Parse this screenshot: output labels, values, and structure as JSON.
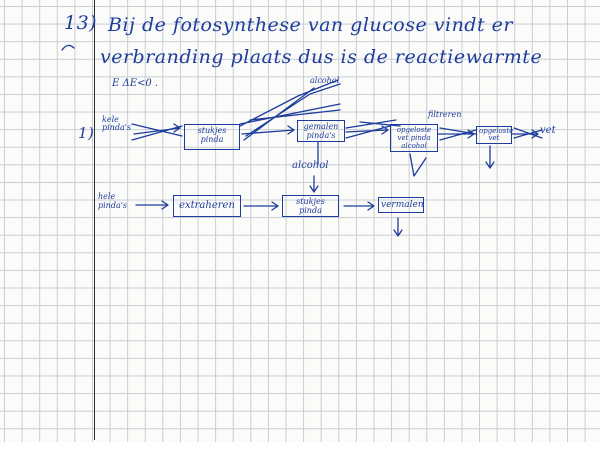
{
  "question_number": "13)",
  "line1": "Bij de fotosynthese van glucose vindt er",
  "line2": "verbranding plaats dus is de reactiewarmte",
  "line3": "E ΔE<0 .",
  "item_number": "1)",
  "scheme1": {
    "start": "kele\npinda's",
    "box1": "stukjes\npinda",
    "above_label": "alcohol",
    "box2": "gemalen\npinda's",
    "box3": "opgeloste\nvet pinda\nalcohol",
    "filter_label": "filtreren",
    "box4": "opgeloste\nvet",
    "end": "vet"
  },
  "scheme2": {
    "start": "hele\npinda's",
    "box1": "extraheren",
    "input_label": "alcohol",
    "box2": "stukjes\npinda",
    "box3": "vermalen"
  }
}
